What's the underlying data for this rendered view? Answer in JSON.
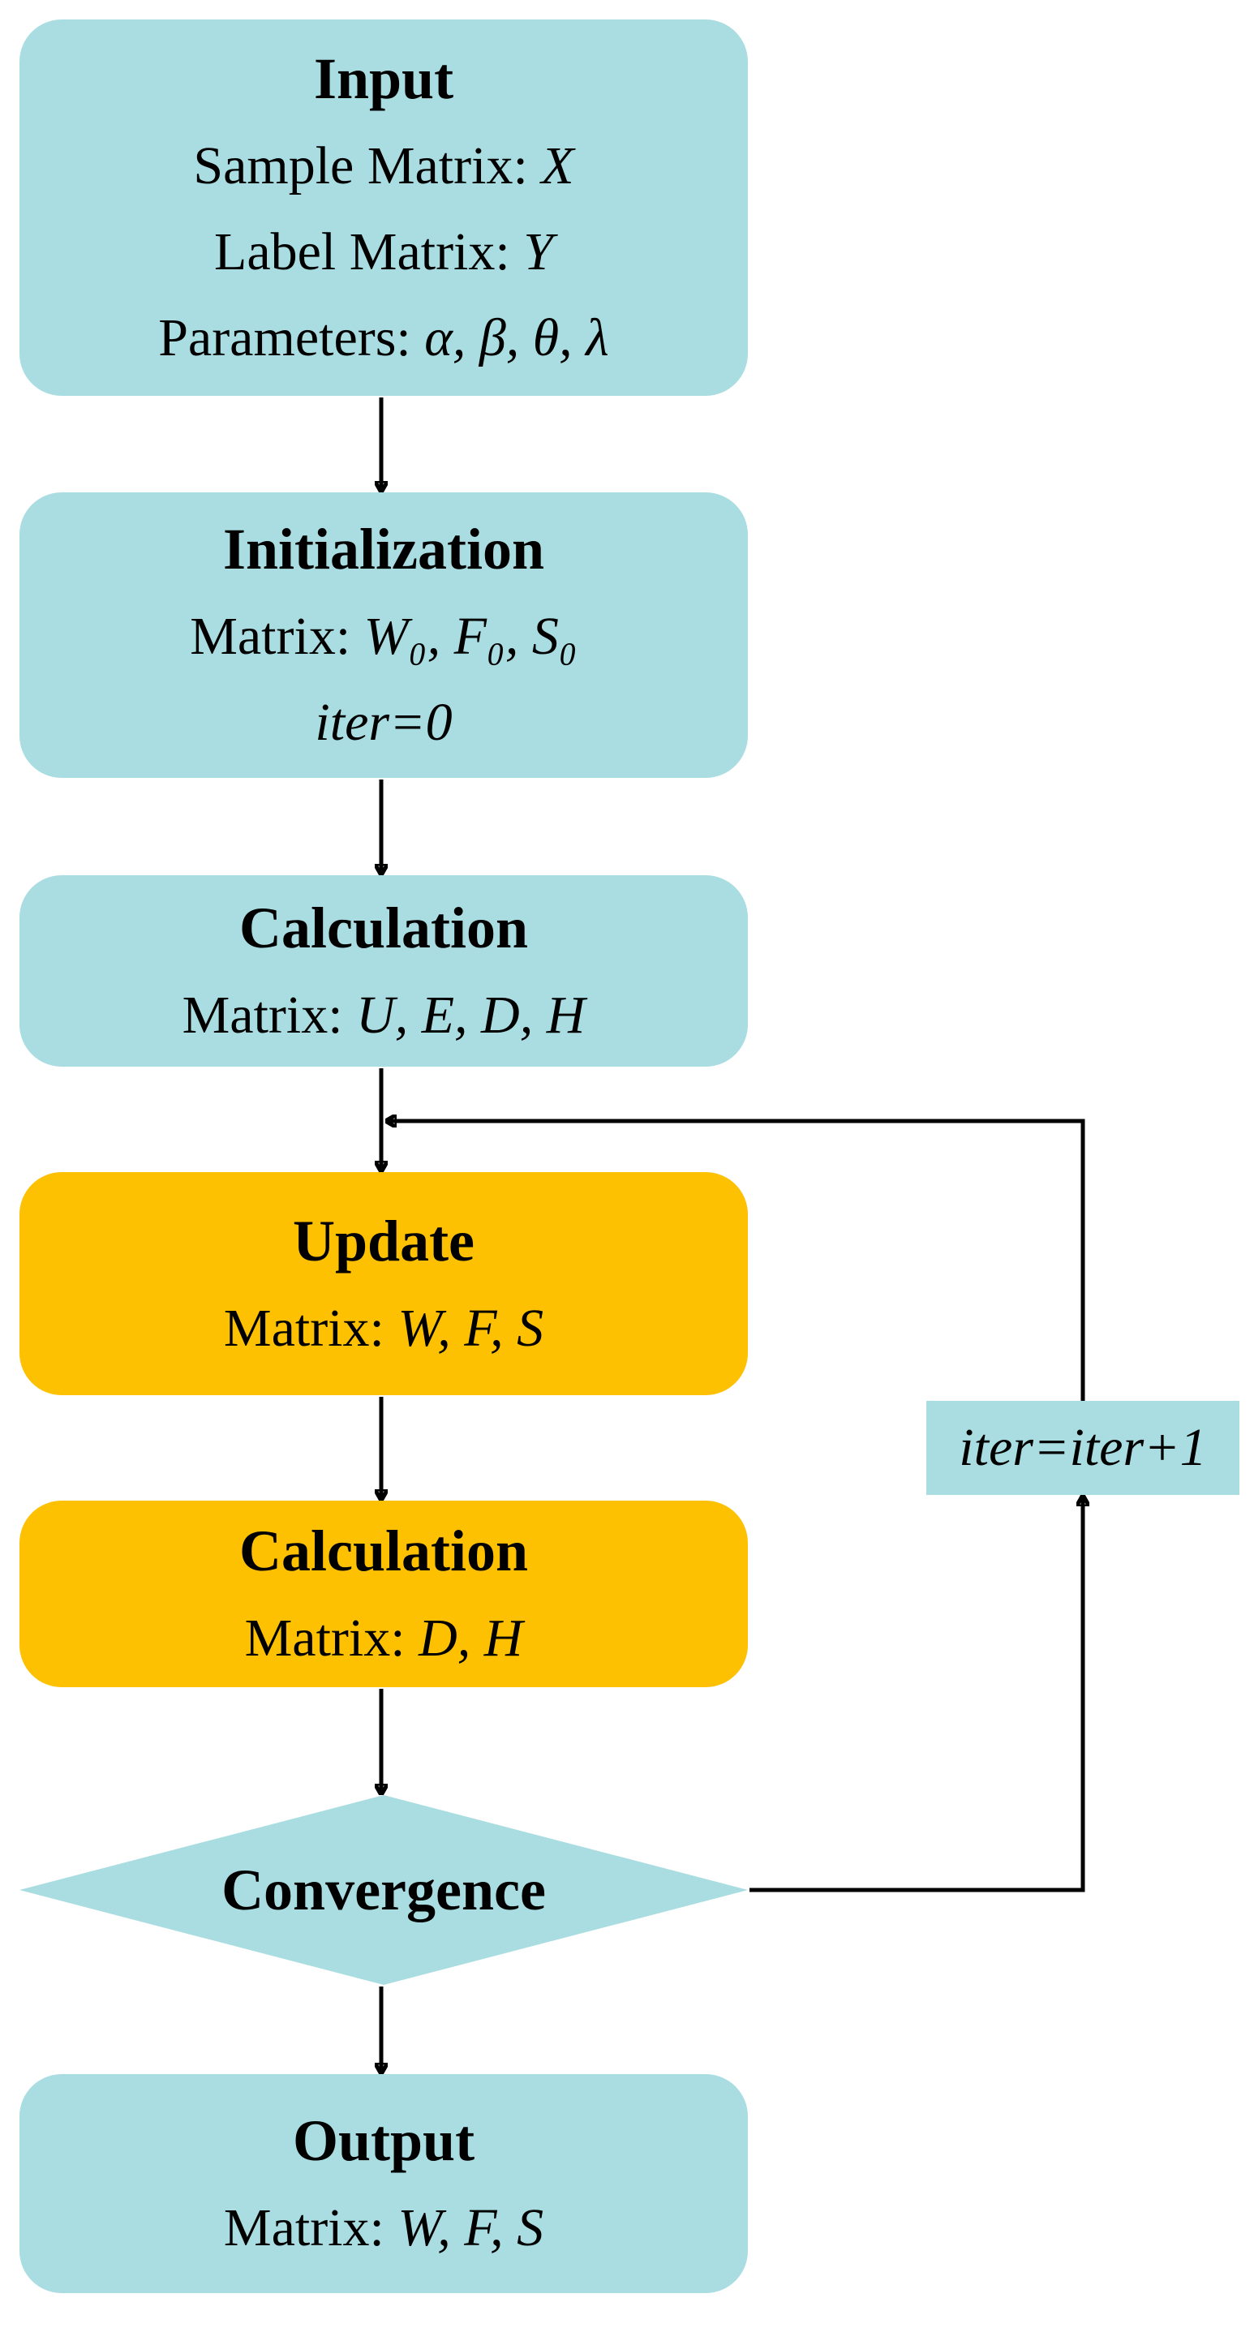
{
  "figure": {
    "type": "flowchart",
    "background_color": "#ffffff",
    "node_color_cyan": "#A9DDE1",
    "node_color_orange": "#FDC101",
    "line_color": "#000000"
  },
  "nodes": [
    {
      "id": "input",
      "title": "Input",
      "color": "cyan",
      "shape": "rounded-rect",
      "lines": [
        {
          "text": "Sample Matrix: ",
          "math": "X"
        },
        {
          "text": "Label Matrix: ",
          "math": "Y"
        },
        {
          "text": "Parameters: ",
          "math": "α, β, θ, λ"
        }
      ]
    },
    {
      "id": "initialization",
      "title": "Initialization",
      "color": "cyan",
      "shape": "rounded-rect",
      "lines": [
        {
          "text": "Matrix: ",
          "math": "W₀, F₀, S₀"
        },
        {
          "text": "",
          "math": "iter=0"
        }
      ]
    },
    {
      "id": "calculation-1",
      "title": "Calculation",
      "color": "cyan",
      "shape": "rounded-rect",
      "lines": [
        {
          "text": "Matrix: ",
          "math": "U, E, D, H"
        }
      ]
    },
    {
      "id": "update",
      "title": "Update",
      "color": "orange",
      "shape": "rounded-rect",
      "lines": [
        {
          "text": "Matrix: ",
          "math": "W, F, S"
        }
      ]
    },
    {
      "id": "calculation-2",
      "title": "Calculation",
      "color": "orange",
      "shape": "rounded-rect",
      "lines": [
        {
          "text": "Matrix: ",
          "math": "D, H"
        }
      ]
    },
    {
      "id": "convergence",
      "title": "Convergence",
      "color": "cyan",
      "shape": "diamond",
      "lines": []
    },
    {
      "id": "output",
      "title": "Output",
      "color": "cyan",
      "shape": "rounded-rect",
      "lines": [
        {
          "text": "Matrix: ",
          "math": "W, F, S"
        }
      ]
    }
  ],
  "loop": {
    "label_math": "iter=iter+1"
  }
}
